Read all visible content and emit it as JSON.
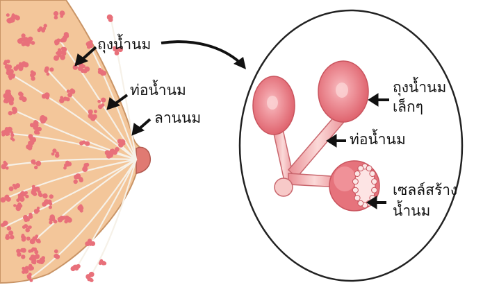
{
  "diagram": {
    "labels": {
      "milk_sacs": "ถุงน้ำนม",
      "milk_ducts": "ท่อน้ำนม",
      "areola": "ลานนม",
      "small_sacs_line1": "ถุงน้ำนม",
      "small_sacs_line2": "เล็กๆ",
      "ducts_zoom": "ท่อน้ำนม",
      "milk_cells_line1": "เซลล์สร้าง",
      "milk_cells_line2": "น้ำนม"
    },
    "colors": {
      "breast_fill": "#f3c69a",
      "gland_pink": "#e8707a",
      "sac_fill": "#ee8a92",
      "duct_fill": "#f6c2c0",
      "outline": "#222222"
    }
  }
}
